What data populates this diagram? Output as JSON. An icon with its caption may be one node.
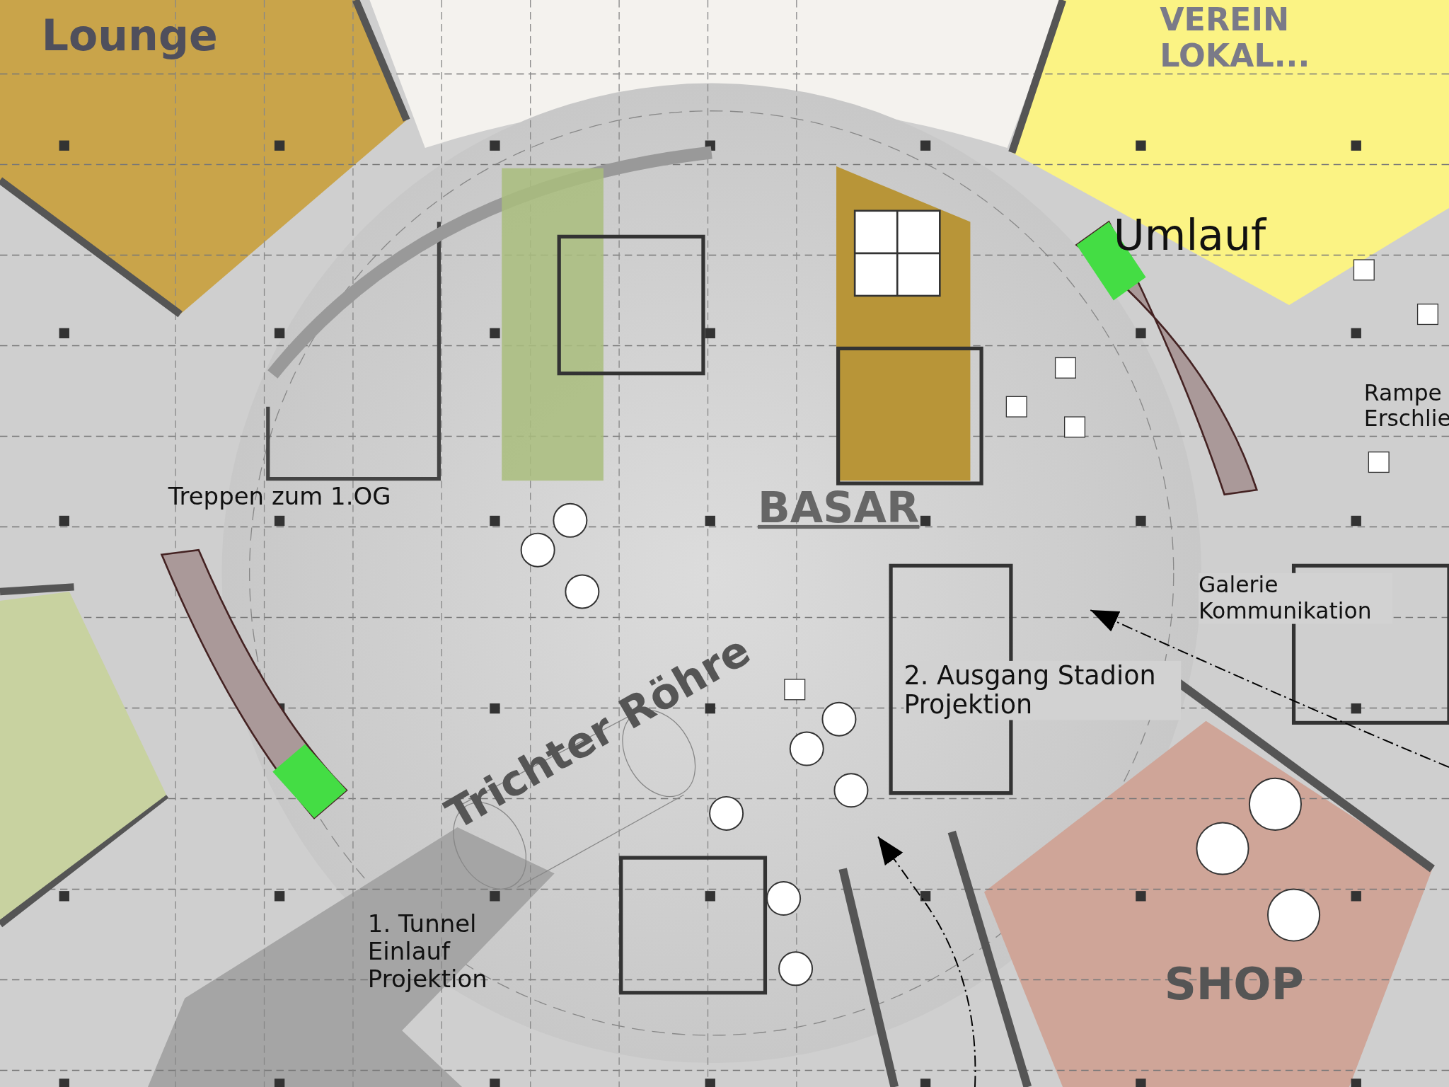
{
  "diagram": {
    "nodes": [
      {
        "text": [
          "Lounge"
        ]
      },
      {
        "text": [
          "VEREIN LOKAL..."
        ]
      },
      {
        "text": [
          "SHOP"
        ]
      },
      {
        "text": [
          "1. Tunnel Einlauf Projektion"
        ]
      }
    ],
    "labels": [
      "Umlauf",
      "Treppen zum 1.OG",
      "BASAR",
      "Rampe Erschlie",
      "Galerie Kommunikation",
      "Trichter Röhre",
      "2. Ausgang Stadion Projektion"
    ]
  }
}
